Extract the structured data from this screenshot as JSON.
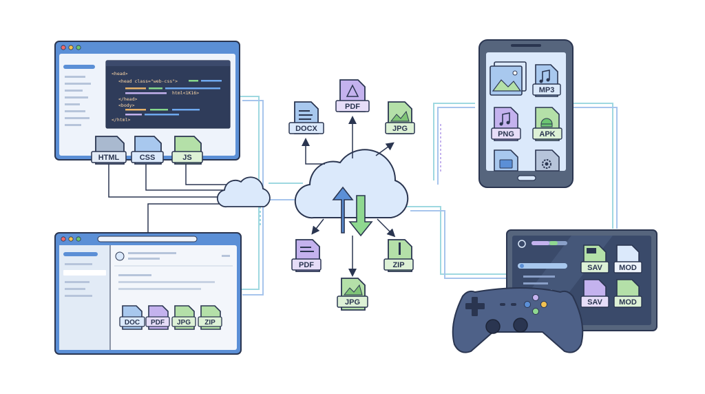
{
  "code_editor": {
    "lines": [
      "<head>",
      "<head class=\"web-css\">",
      "html<1K16>",
      "</head>",
      "<body>",
      "</html>"
    ]
  },
  "web_assets": [
    "HTML",
    "CSS",
    "JS"
  ],
  "cloud_uploads": [
    "DOCX",
    "PDF",
    "JPG"
  ],
  "cloud_downloads": [
    "PDF",
    "ZIP",
    "JPG"
  ],
  "browser_files": [
    "DOC",
    "PDF",
    "JPG",
    "ZIP"
  ],
  "tablet_files": [
    "MP3",
    "PNG",
    "APK"
  ],
  "game_files": [
    "SAV",
    "MOD",
    "SAV",
    "MOD"
  ],
  "colors": {
    "window_frame": "#5b8fd6",
    "outline": "#2a3550",
    "blue_file": "#a8c8ee",
    "purple_file": "#c4b2ee",
    "green_file": "#b4e0a8",
    "cloud": "#dbe9fb",
    "tablet_frame": "#56657d",
    "controller": "#4e6188"
  }
}
